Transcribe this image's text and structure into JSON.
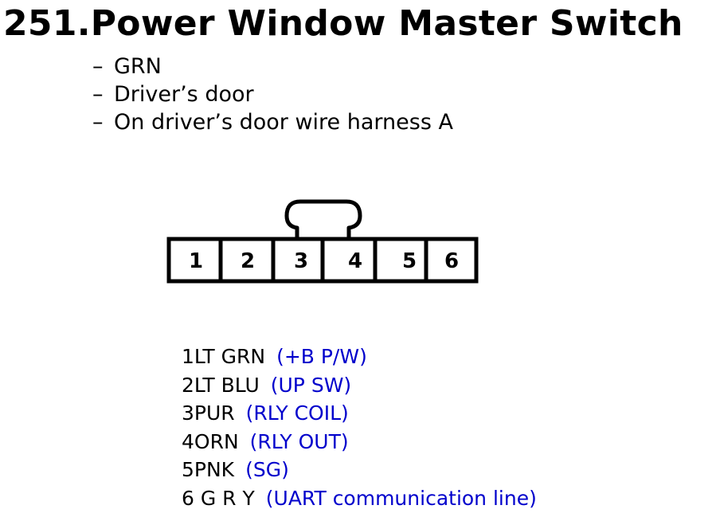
{
  "title": "251.Power Window Master Switch",
  "notes": [
    "GRN",
    "Driver’s door",
    "On driver’s door wire harness A"
  ],
  "note_bullet": "–",
  "connector": {
    "pins": [
      "1",
      "2",
      "3",
      "4",
      "5",
      "6"
    ]
  },
  "pin_list": [
    {
      "wire": "1LT GRN",
      "function": "(+B P/W)"
    },
    {
      "wire": "2LT BLU",
      "function": "(UP SW)"
    },
    {
      "wire": "3PUR",
      "function": "(RLY COIL)"
    },
    {
      "wire": "4ORN",
      "function": "(RLY OUT)"
    },
    {
      "wire": "5PNK",
      "function": "(SG)"
    },
    {
      "wire": "6 G R Y",
      "function": "(UART communication line)"
    }
  ],
  "colors": {
    "text": "#000000",
    "function_text": "#0000cc",
    "background": "#ffffff"
  }
}
